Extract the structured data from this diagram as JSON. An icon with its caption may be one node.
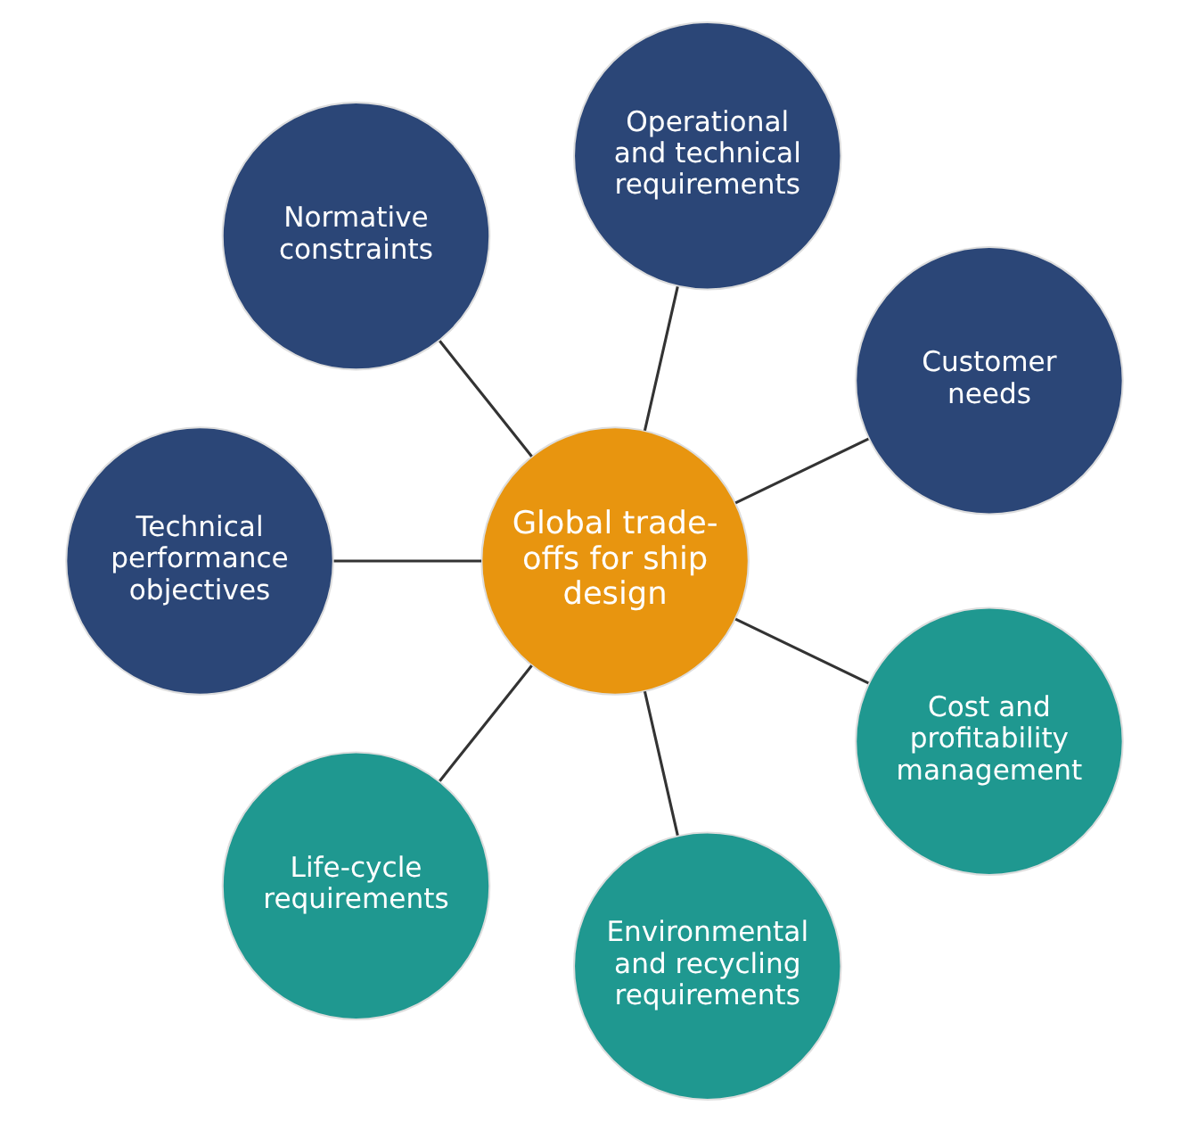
{
  "diagram": {
    "nodes": [
      {
        "text": [
          "Global trade-offs for ship design"
        ]
      },
      {
        "text": [
          "Customer needs"
        ]
      },
      {
        "text": [
          "Operational and technical requirements"
        ]
      },
      {
        "text": [
          "Normative constraints"
        ]
      },
      {
        "text": [
          "Technical performance objectives"
        ]
      },
      {
        "text": [
          "Life-cycle requirements"
        ]
      },
      {
        "text": [
          "Environmental and recycling requirements"
        ]
      },
      {
        "text": [
          "Cost and profitability management"
        ]
      }
    ],
    "edges": [
      {
        "from": 0,
        "to": 1,
        "arrow": "none"
      },
      {
        "from": 0,
        "to": 2,
        "arrow": "none"
      },
      {
        "from": 0,
        "to": 3,
        "arrow": "none"
      },
      {
        "from": 0,
        "to": 4,
        "arrow": "none"
      },
      {
        "from": 0,
        "to": 5,
        "arrow": "none"
      },
      {
        "from": 0,
        "to": 6,
        "arrow": "none"
      },
      {
        "from": 0,
        "to": 7,
        "arrow": "none"
      }
    ]
  }
}
